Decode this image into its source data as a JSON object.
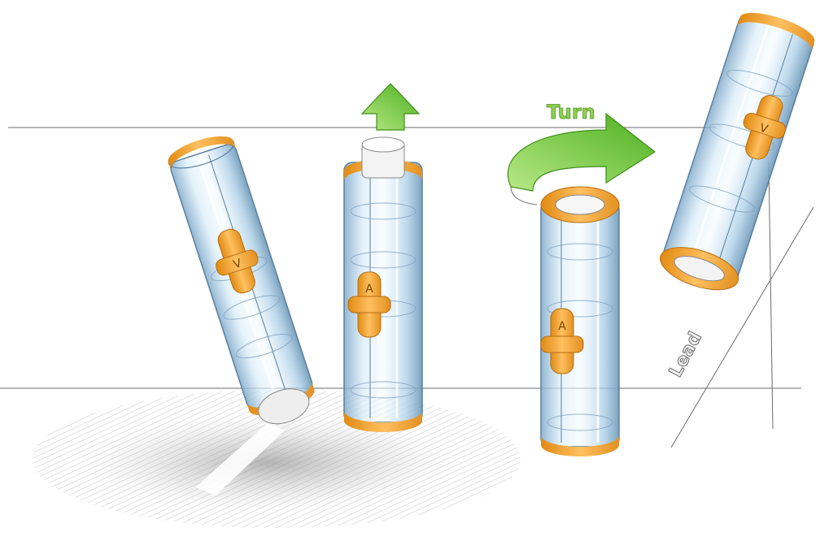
{
  "sketch": {
    "labels": {
      "turn": "Turn",
      "lead": "Lead"
    },
    "colors": {
      "orange": "#f5a623",
      "orange_dark": "#d9861a",
      "tube_blue": "#a9cde6",
      "tube_edge": "#5a7fa0",
      "arrow_green": "#6cc53a",
      "arrow_green_light": "#b8e986",
      "shadow": "#8a8a8a"
    },
    "markers": {
      "cylinder_1": "V",
      "cylinder_2": "A",
      "cylinder_3": "A",
      "cylinder_4": "V"
    }
  }
}
